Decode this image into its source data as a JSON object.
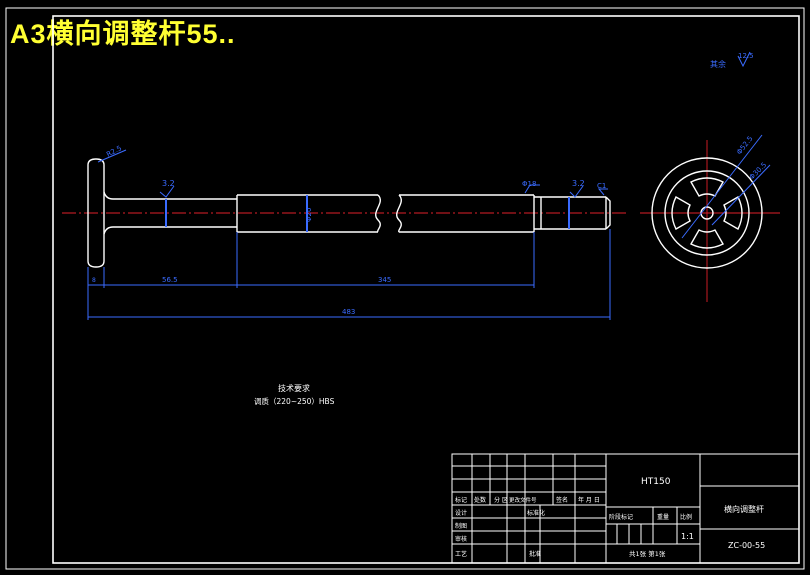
{
  "banner": {
    "title": "A3横向调整杆55.."
  },
  "roughness": {
    "label": "其余",
    "value": "12.5"
  },
  "dimensions": {
    "head_radius": "R2.5",
    "rough_left": "3.2",
    "rough_right": "3.2",
    "phi_center": "Φ20",
    "phi_right": "Φ18",
    "chamfer": "C1",
    "d_left": "8",
    "d_step": "56.5",
    "d_mid": "345",
    "d_total": "483",
    "wheel_1": "Φ52.5",
    "wheel_2": "Φ30.5"
  },
  "tech_req": {
    "title": "技术要求",
    "line": "调质（220~250）HBS"
  },
  "title_block": {
    "material": "HT150",
    "part_name": "横向调整杆",
    "drawing_no": "ZC-00-55",
    "scale": "1:1",
    "sheets": "共1张  第1张",
    "col_stage": "阶段标记",
    "col_weight": "重量",
    "col_ratio": "比例",
    "hdr_mark": "标记",
    "hdr_count": "处数",
    "hdr_zone": "分 区",
    "hdr_docno": "更改文件号",
    "hdr_sign": "签名",
    "hdr_date": "年 月 日",
    "row_design": "设计",
    "row_draw": "制图",
    "row_review": "审核",
    "row_process": "工艺",
    "row_approve": "批准",
    "row_std": "标准化"
  }
}
